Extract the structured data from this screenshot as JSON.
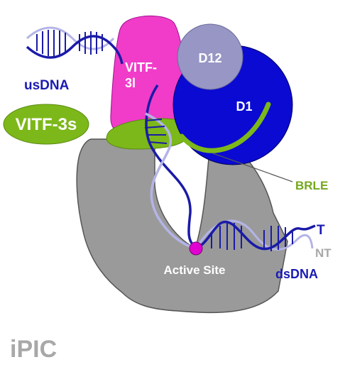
{
  "labels": {
    "usdna": "usDNA",
    "vitf3l_line1": "VITF-",
    "vitf3l_line2": "3l",
    "vitf3s": "VITF-3s",
    "d12": "D12",
    "d1": "D1",
    "brle": "BRLE",
    "template": "T",
    "nontemplate": "NT",
    "active_site": "Active Site",
    "dsdna": "dsDNA",
    "complex": "iPIC"
  },
  "colors": {
    "polymerase": "#9a9a9a",
    "vitf3l": "#f03cc8",
    "vitf3s": "#7cb81a",
    "d12": "#9896c4",
    "d1": "#0a0ad2",
    "template_strand": "#1a1aa8",
    "nontemplate_strand": "#b4b4e8",
    "active_site": "#e000d0",
    "label_blue": "#1a1ab4",
    "label_green": "#74a81c",
    "label_gray": "#a8a8a8"
  }
}
